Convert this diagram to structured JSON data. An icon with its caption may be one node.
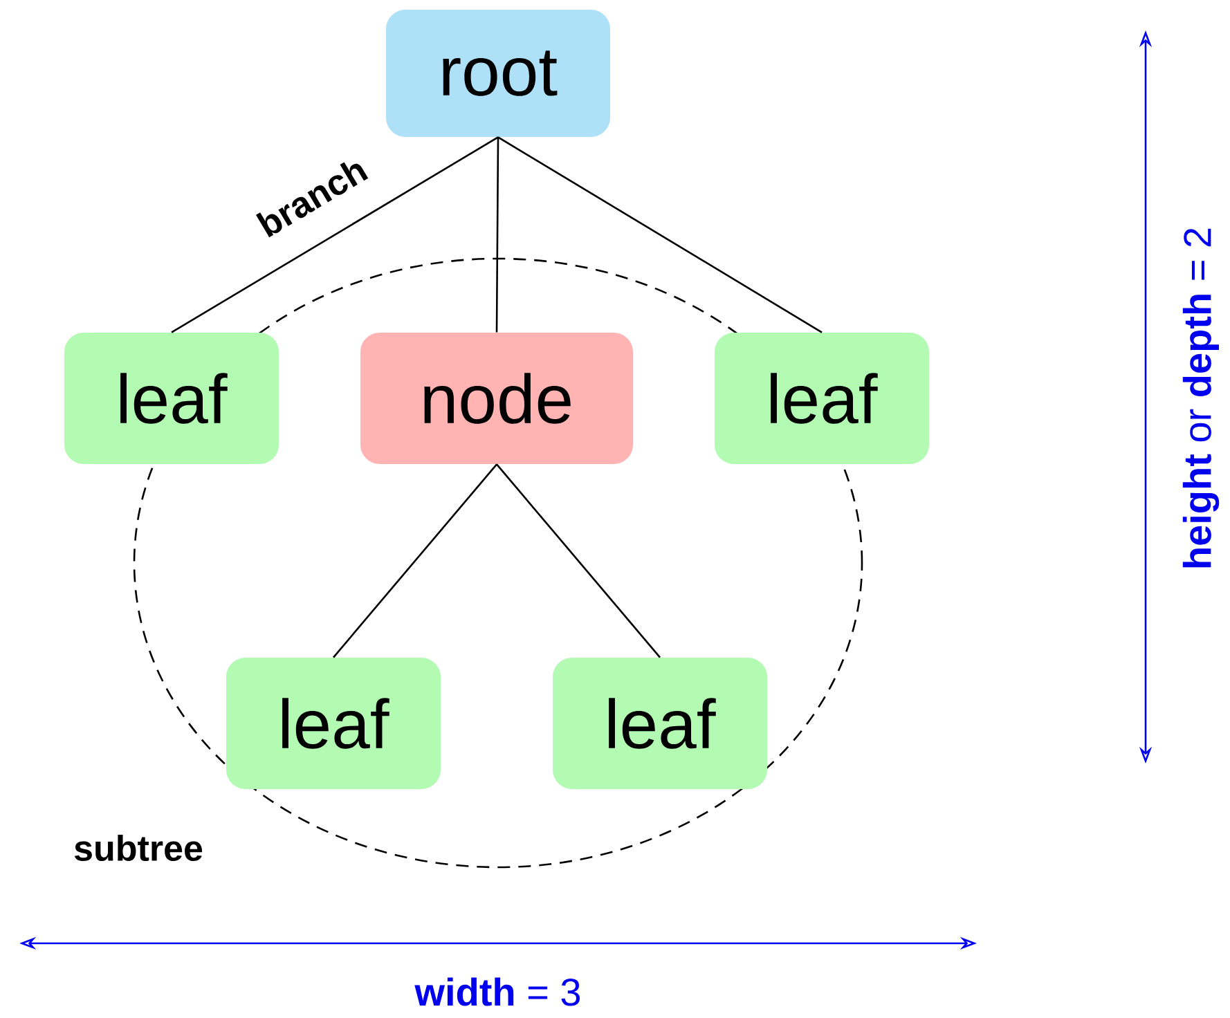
{
  "diagram": {
    "nodes": [
      {
        "text": [
          "root"
        ]
      },
      {
        "text": [
          "leaf"
        ]
      },
      {
        "text": [
          "node"
        ]
      },
      {
        "text": [
          "leaf"
        ]
      },
      {
        "text": [
          "leaf"
        ]
      },
      {
        "text": [
          "leaf"
        ]
      }
    ],
    "edges": [
      {
        "from": 0,
        "to": 1,
        "arrow": "none",
        "label": "branch"
      },
      {
        "from": 0,
        "to": 2,
        "arrow": "none"
      },
      {
        "from": 0,
        "to": 3,
        "arrow": "none"
      },
      {
        "from": 2,
        "to": 4,
        "arrow": "none"
      },
      {
        "from": 2,
        "to": 5,
        "arrow": "none"
      }
    ],
    "labels": [
      "subtree",
      "**width** = 3",
      "**height** or **depth** = 2"
    ]
  }
}
